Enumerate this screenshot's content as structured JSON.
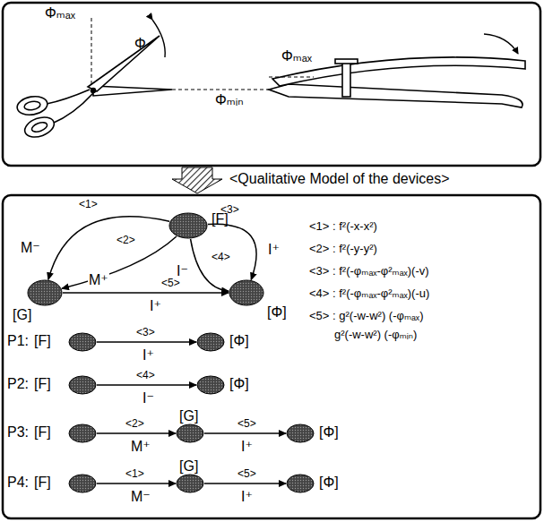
{
  "diagram": {
    "nodes": [
      {
        "text": [
          "[F]"
        ]
      },
      {
        "text": [
          "[G]"
        ]
      },
      {
        "text": [
          "[Φ]"
        ]
      },
      {
        "text": [
          "[F]"
        ]
      },
      {
        "text": [
          "[Φ]"
        ]
      },
      {
        "text": [
          "[F]"
        ]
      },
      {
        "text": [
          "[Φ]"
        ]
      },
      {
        "text": [
          "[F]"
        ]
      },
      {
        "text": [
          "[G]"
        ]
      },
      {
        "text": [
          "[Φ]"
        ]
      },
      {
        "text": [
          "[F]"
        ]
      },
      {
        "text": [
          "[G]"
        ]
      },
      {
        "text": [
          "[Φ]"
        ]
      }
    ],
    "edges": [
      {
        "from": 0,
        "to": 1,
        "arrow": "to",
        "label": "M⁻"
      },
      {
        "from": 0,
        "to": 1,
        "arrow": "to",
        "label": "M⁺"
      },
      {
        "from": 0,
        "to": 2,
        "arrow": "to",
        "label": "I⁻"
      },
      {
        "from": 0,
        "to": 2,
        "arrow": "to",
        "label": "I⁺"
      },
      {
        "from": 1,
        "to": 2,
        "arrow": "to",
        "label": "I⁺"
      },
      {
        "from": 3,
        "to": 4,
        "arrow": "to",
        "label": "I⁺"
      },
      {
        "from": 5,
        "to": 6,
        "arrow": "to",
        "label": "I⁻"
      },
      {
        "from": 7,
        "to": 8,
        "arrow": "to",
        "label": "M⁺"
      },
      {
        "from": 8,
        "to": 9,
        "arrow": "to",
        "label": "I⁺"
      },
      {
        "from": 10,
        "to": 11,
        "arrow": "to",
        "label": "M⁻"
      },
      {
        "from": 11,
        "to": 12,
        "arrow": "to",
        "label": "I⁺"
      }
    ],
    "labels": [
      "Φₘₐₓ",
      "Φ",
      "Φₘₐₓ",
      "Φₘᵢₙ",
      "<Qualitative Model of the devices>",
      "<1>",
      "<2>",
      "<3>",
      "<4>",
      "<5>",
      "<1> : f²(-x-x²)",
      "<2> : f²(-y-y²)",
      "<3> : f²(-φₘₐₓ-φ²ₘₐₓ)(-v)",
      "<4> : f²(-φₘₐₓ-φ²ₘₐₓ)(-u)",
      "<5> : g²(-w-w²) (-φₘₐₓ)",
      "g²(-w-w²) (-φₘᵢₙ)",
      "P1:",
      "<3>",
      "P2:",
      "<4>",
      "P3:",
      "<2>",
      "<5>",
      "P4:",
      "<1>",
      "<5>"
    ]
  }
}
